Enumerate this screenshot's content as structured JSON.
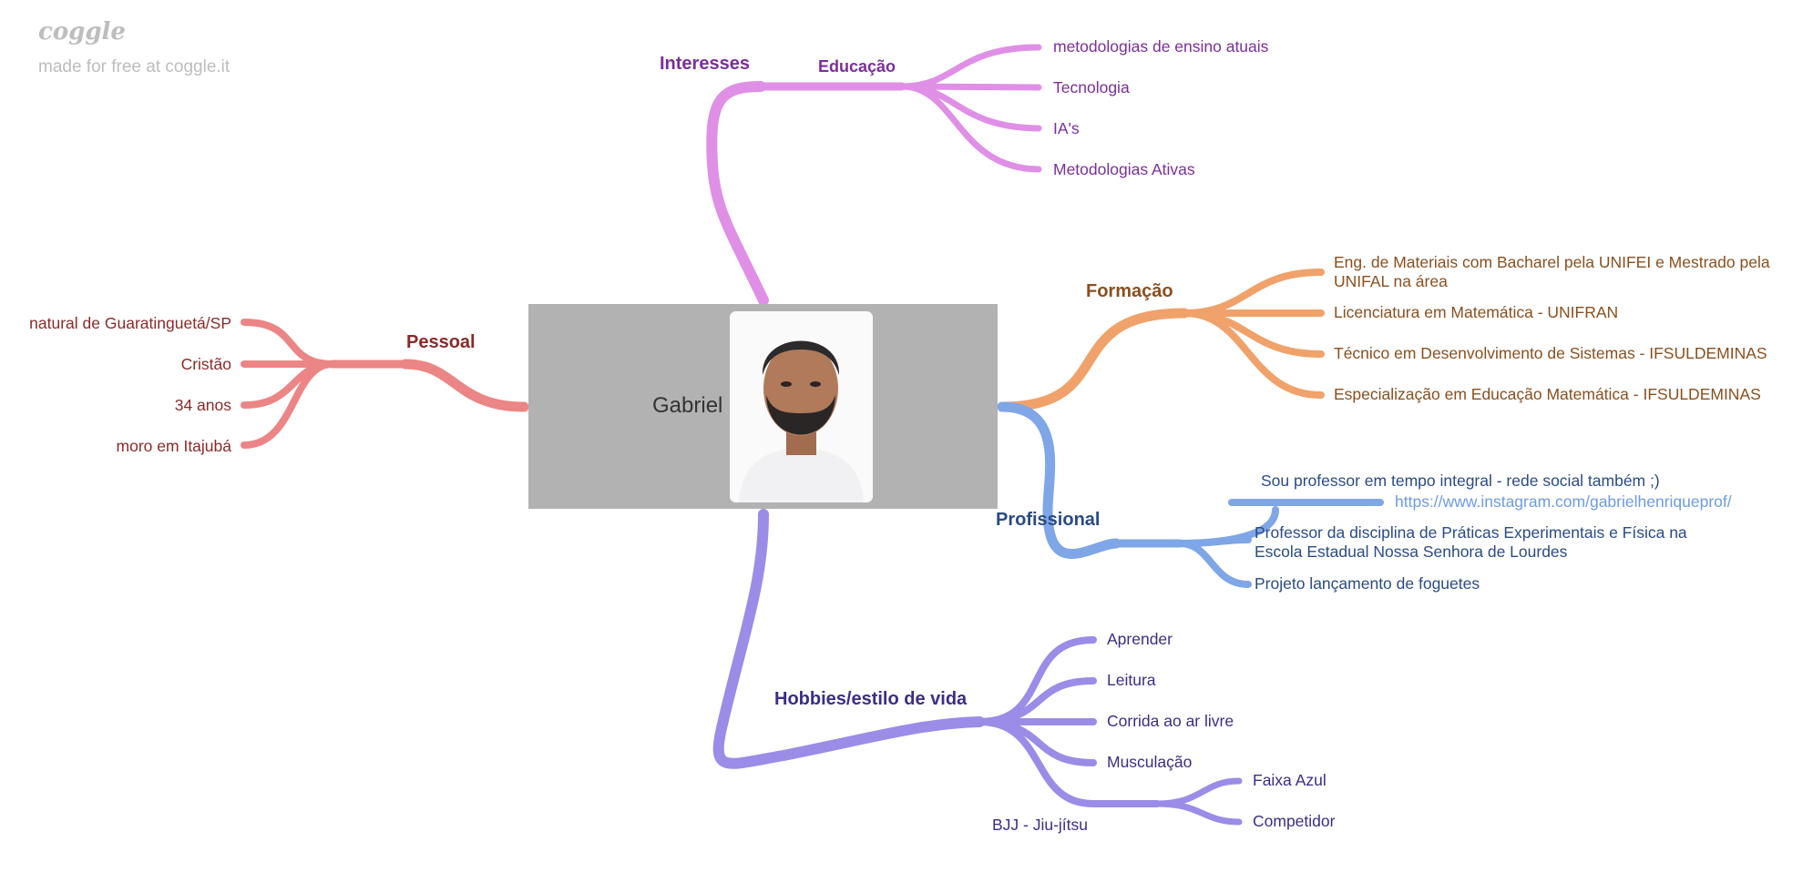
{
  "brand": {
    "logo": "coggle",
    "tagline": "made for free at coggle.it"
  },
  "center": {
    "label": "Gabriel",
    "photo_icon": "person-portrait"
  },
  "colors": {
    "interesses": "#e08fe6",
    "formacao": "#f0a26a",
    "profissional": "#7fa6e6",
    "hobbies": "#9b8ce8",
    "pessoal": "#ec8585",
    "center_box": "#b2b2b2"
  },
  "branches": {
    "interesses": {
      "label": "Interesses",
      "educacao": {
        "label": "Educação",
        "items": [
          "metodologias de ensino atuais",
          "Tecnologia",
          "IA's",
          "Metodologias Ativas"
        ]
      }
    },
    "formacao": {
      "label": "Formação",
      "items": [
        "Eng. de Materiais com Bacharel pela UNIFEI e Mestrado pela UNIFAL na área",
        "Licenciatura em Matemática - UNIFRAN",
        "Técnico em Desenvolvimento de Sistemas - IFSULDEMINAS",
        "Especialização em Educação Matemática - IFSULDEMINAS"
      ]
    },
    "profissional": {
      "label": "Profissional",
      "integral": "Sou professor em tempo integral - rede social também ;)",
      "instagram": "https://www.instagram.com/gabrielhenriqueprof/",
      "items": [
        "Professor da disciplina de Práticas Experimentais e Física na Escola Estadual Nossa Senhora de Lourdes",
        "Projeto lançamento de foguetes"
      ]
    },
    "hobbies": {
      "label": "Hobbies/estilo de vida",
      "items": [
        "Aprender",
        "Leitura",
        "Corrida ao ar livre",
        "Musculação"
      ],
      "bjj": {
        "label": "BJJ - Jiu-jítsu",
        "items": [
          "Faixa Azul",
          "Competidor"
        ]
      }
    },
    "pessoal": {
      "label": "Pessoal",
      "items": [
        "natural de Guaratinguetá/SP",
        "Cristão",
        "34 anos",
        "moro em Itajubá"
      ]
    }
  }
}
